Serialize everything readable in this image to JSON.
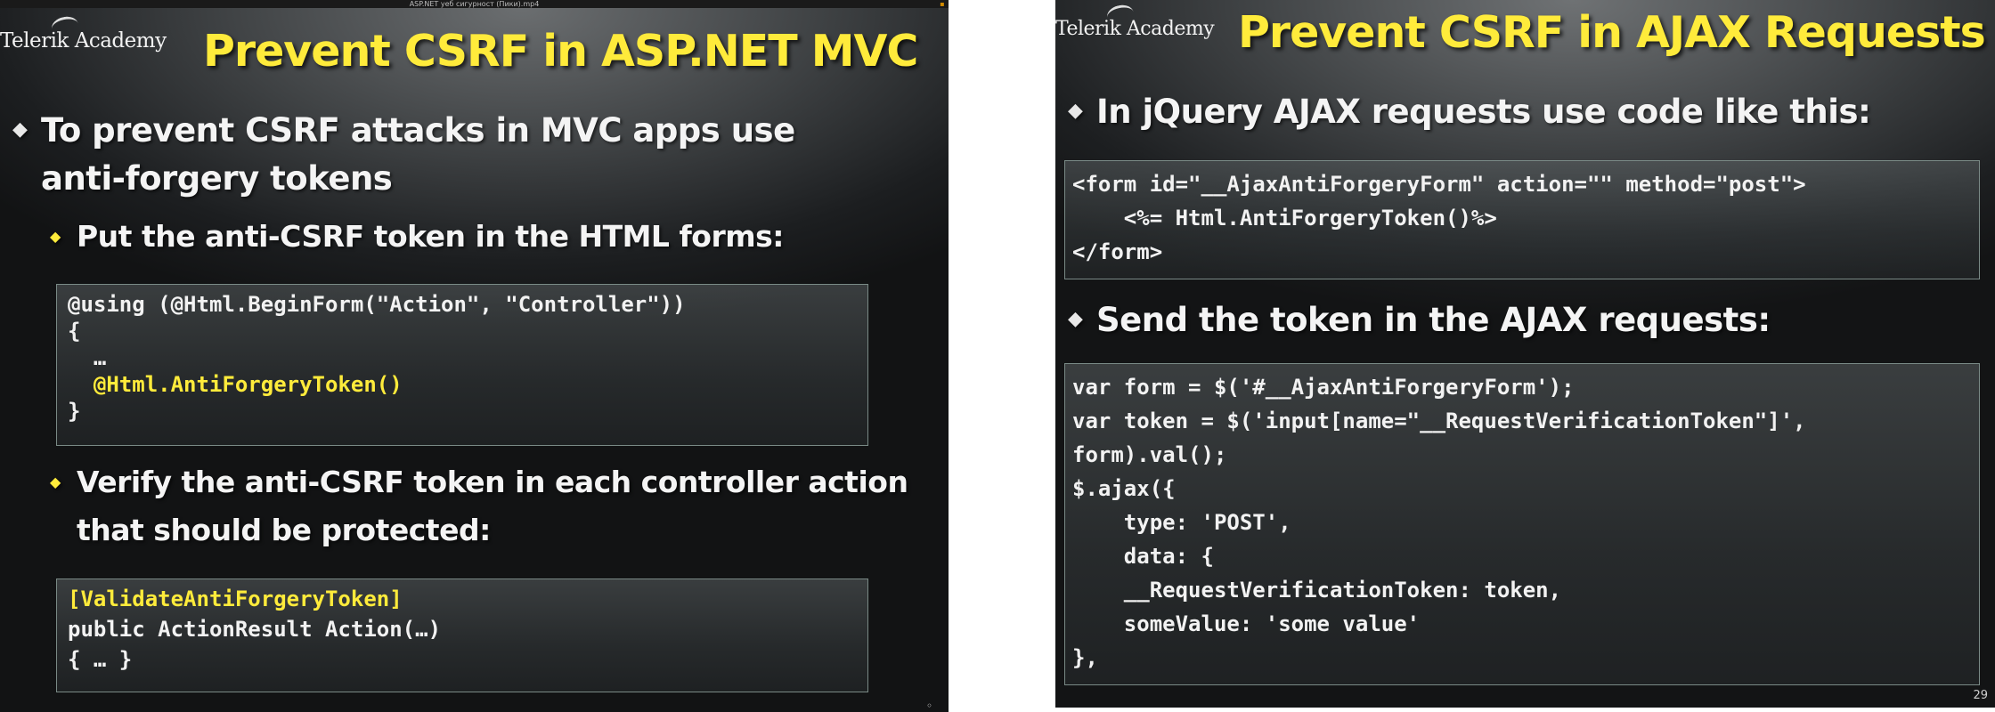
{
  "video_title": "ASP.NET уеб сигурност (Пики).mp4",
  "left_slide": {
    "logo": "Telerik Academy",
    "title": "Prevent CSRF in ASP.NET MVC",
    "bullet1_line1": "To prevent CSRF attacks in MVC apps use",
    "bullet1_line2": "anti-forgery tokens",
    "sub1": "Put the anti-CSRF token in the HTML forms:",
    "code1": [
      "@using (@Html.BeginForm(\"Action\", \"Controller\"))",
      "{",
      "  …",
      "  @Html.AntiForgeryToken()",
      "}"
    ],
    "sub2_line1": "Verify the anti-CSRF token in each controller action",
    "sub2_line2": "that should be protected:",
    "code2": [
      "[ValidateAntiForgeryToken]",
      "public ActionResult Action(…)",
      "{ … }"
    ]
  },
  "right_slide": {
    "logo": "Telerik Academy",
    "title": "Prevent CSRF in AJAX Requests",
    "bullet1": "In jQuery AJAX requests use code like this:",
    "code1": [
      "<form id=\"__AjaxAntiForgeryForm\" action=\"\" method=\"post\">",
      "    <%= Html.AntiForgeryToken()%>",
      "</form>"
    ],
    "bullet2": "Send the token in the AJAX requests:",
    "code2": [
      "var form = $('#__AjaxAntiForgeryForm');",
      "var token = $('input[name=\"__RequestVerificationToken\"]',",
      "form).val();",
      "$.ajax({",
      "    type: 'POST',",
      "    data: {",
      "    __RequestVerificationToken: token,",
      "    someValue: 'some value'",
      "},"
    ],
    "page_number": "29"
  },
  "colors": {
    "title": "#ffeb3b",
    "text": "#f4f4f4",
    "code_highlight": "#ffeb3b",
    "code_border": "#7a8a86"
  }
}
